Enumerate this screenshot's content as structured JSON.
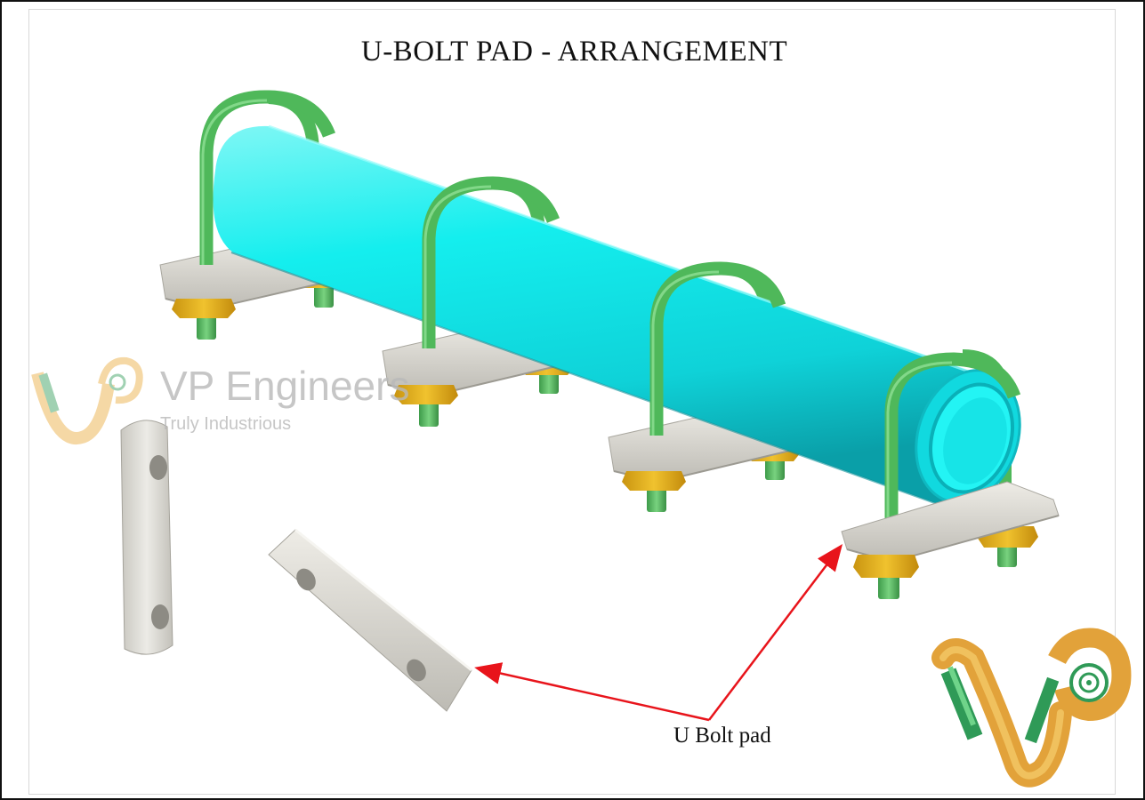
{
  "diagram": {
    "title": "U-BOLT PAD - ARRANGEMENT",
    "callout_label": "U Bolt pad",
    "watermark": {
      "name": "VP Engineers",
      "tagline": "Truly Industrious"
    },
    "logo_letters": "VP",
    "colors": {
      "pipe": "#12e6e6",
      "pipe_dark": "#10b8c0",
      "u_bolt": "#4fb85a",
      "pad": "#dcdad4",
      "nut": "#e3b31c",
      "arrow": "#e8141b",
      "logo": "#e9a93a"
    }
  }
}
